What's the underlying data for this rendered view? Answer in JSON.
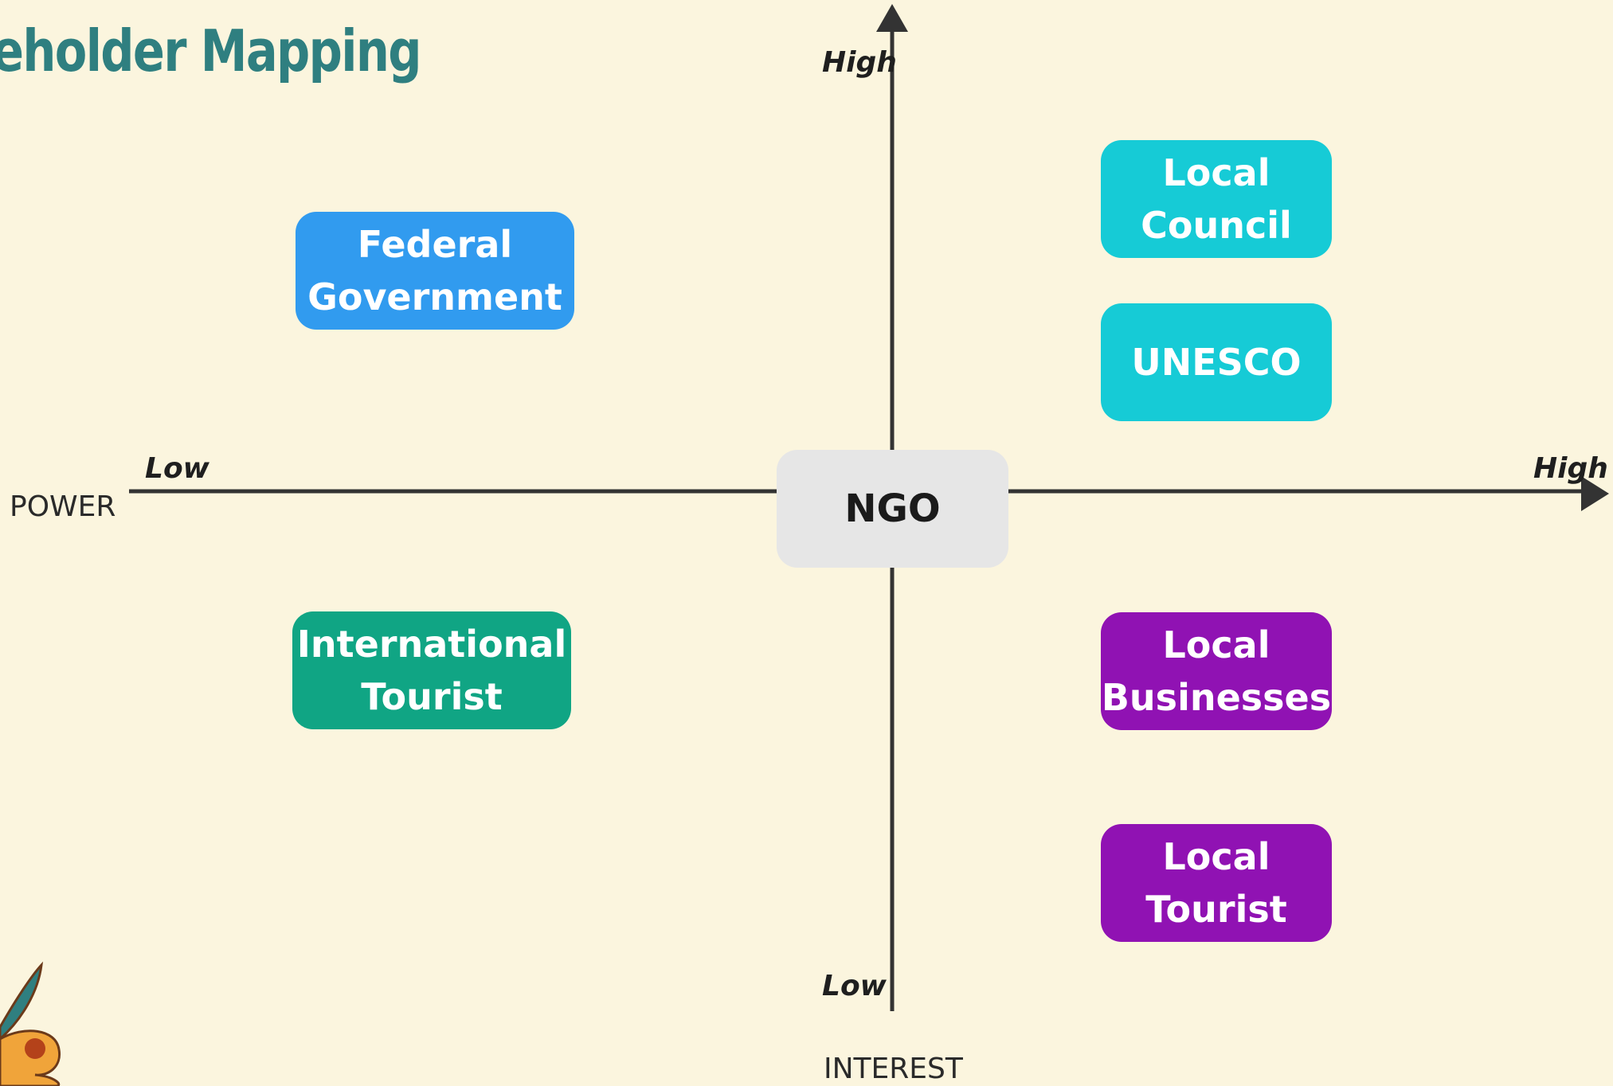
{
  "title": "eholder Mapping",
  "axes": {
    "horizontal_label": "POWER",
    "vertical_label": "INTEREST",
    "horizontal_low": "Low",
    "horizontal_high": "High",
    "vertical_high": "High",
    "vertical_low": "Low",
    "line_color": "#333333"
  },
  "center_node": {
    "label": "NGO",
    "color": "#e6e6e6"
  },
  "stakeholders": [
    {
      "label": "Federal\nGovernment",
      "color": "#319bef"
    },
    {
      "label": "Local\nCouncil",
      "color": "#16cbd6"
    },
    {
      "label": "UNESCO",
      "color": "#16cbd6"
    },
    {
      "label": "International\nTourist",
      "color": "#10a584"
    },
    {
      "label": "Local\nBusinesses",
      "color": "#9012b3"
    },
    {
      "label": "Local\nTourist",
      "color": "#9012b3"
    }
  ],
  "decoration": {
    "leaf_color": "#2f7f80",
    "flower_color": "#f0a43a",
    "flower_center_color": "#b4421a",
    "outline_color": "#6b3a1a"
  }
}
